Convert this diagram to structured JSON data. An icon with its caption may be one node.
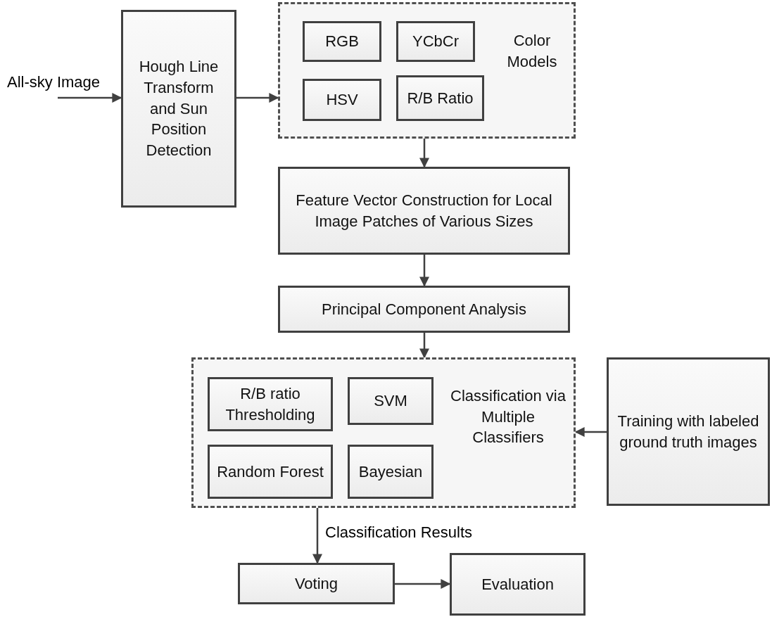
{
  "diagram": {
    "nodes": [
      {
        "text": [
          "Hough Line Transform and Sun Position Detection"
        ]
      },
      {
        "text": [
          "Color Models"
        ]
      },
      {
        "text": [
          "RGB"
        ],
        "in": 1
      },
      {
        "text": [
          "YCbCr"
        ],
        "in": 1
      },
      {
        "text": [
          "HSV"
        ],
        "in": 1
      },
      {
        "text": [
          "R/B Ratio"
        ],
        "in": 1
      },
      {
        "text": [
          "Feature Vector Construction for Local Image Patches of Various Sizes"
        ]
      },
      {
        "text": [
          "Principal Component Analysis"
        ]
      },
      {
        "text": [
          "Classification via Multiple Classifiers"
        ]
      },
      {
        "text": [
          "R/B ratio Thresholding"
        ],
        "in": 8
      },
      {
        "text": [
          "SVM"
        ],
        "in": 8
      },
      {
        "text": [
          "Random Forest"
        ],
        "in": 8
      },
      {
        "text": [
          "Bayesian"
        ],
        "in": 8
      },
      {
        "text": [
          "Training with labeled ground truth images"
        ]
      },
      {
        "text": [
          "Voting"
        ]
      },
      {
        "text": [
          "Evaluation"
        ]
      }
    ],
    "edges": [
      {
        "from": null,
        "to": 0,
        "arrow": "to",
        "label": "All-sky Image"
      },
      {
        "from": 0,
        "to": 1,
        "arrow": "to"
      },
      {
        "from": 1,
        "to": 6,
        "arrow": "to"
      },
      {
        "from": 6,
        "to": 7,
        "arrow": "to"
      },
      {
        "from": 7,
        "to": 8,
        "arrow": "to"
      },
      {
        "from": 13,
        "to": 8,
        "arrow": "to"
      },
      {
        "from": 8,
        "to": 14,
        "arrow": "to",
        "label": "Classification Results"
      },
      {
        "from": 14,
        "to": 15,
        "arrow": "to"
      }
    ]
  }
}
